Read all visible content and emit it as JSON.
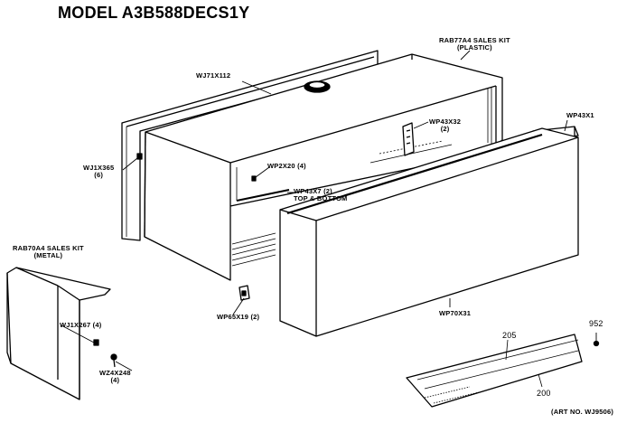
{
  "title": "MODEL A3B588DECS1Y",
  "labels": {
    "rab77a4_l1": "RAB77A4 SALES KIT",
    "rab77a4_l2": "(PLASTIC)",
    "wj71x112": "WJ71X112",
    "wp43x1": "WP43X1",
    "wp43x32_l1": "WP43X32",
    "wp43x32_l2": "(2)",
    "wj1x365_l1": "WJ1X365",
    "wj1x365_l2": "(6)",
    "wp2x20": "WP2X20 (4)",
    "wp43x7_l1": "WP43X7 (2)",
    "wp43x7_l2": "TOP & BOTTOM",
    "rab70a4_l1": "RAB70A4 SALES KIT",
    "rab70a4_l2": "(METAL)",
    "wj1x267": "WJ1X267 (4)",
    "wz4x248_l1": "WZ4X248",
    "wz4x248_l2": "(4)",
    "wp65x19": "WP65X19 (2)",
    "wp70x31": "WP70X31",
    "n952": "952",
    "n205": "205",
    "n200": "200",
    "art_no": "(ART NO. WJ9506)"
  },
  "colors": {
    "line": "#000000",
    "background": "#ffffff"
  }
}
